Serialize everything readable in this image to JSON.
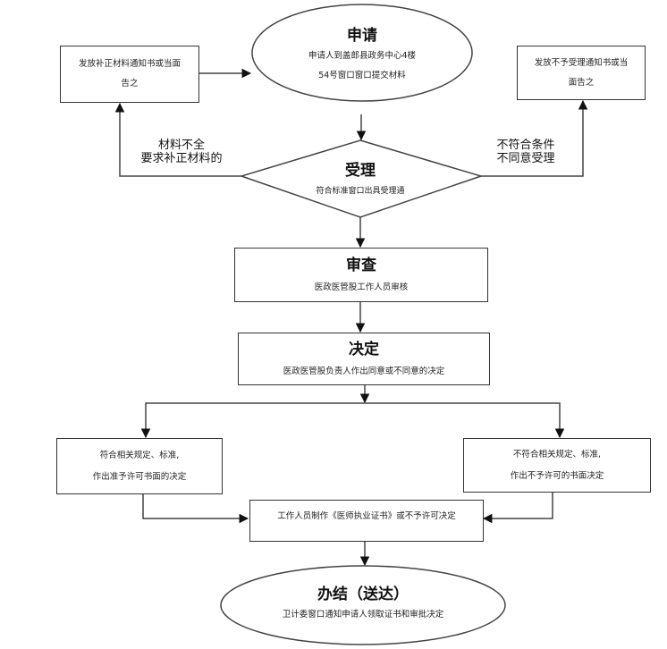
{
  "nodes": {
    "apply": {
      "title": "申请",
      "line1": "申请人到盖郎县政务中心4楼",
      "line2": "54号窗口窗口提交材料"
    },
    "supplement_notice": {
      "line1": "发放补正材料通知书或当面",
      "line2": "告之"
    },
    "reject_notice": {
      "line1": "发放不予受理通知书或当",
      "line2": "面告之"
    },
    "accept": {
      "title": "受理",
      "sub": "符合标准窗口出具受理通"
    },
    "review": {
      "title": "审查",
      "sub": "医政医管股工作人员审核"
    },
    "decide": {
      "title": "决定",
      "sub": "医政医管股负责人作出同意或不同意的决定"
    },
    "approve": {
      "line1": "符合相关规定、标准,",
      "line2": "作出准予许可书面的决定"
    },
    "deny": {
      "line1": "不符合相关规定、标准,",
      "line2": "作出不予许可的书面决定"
    },
    "produce": {
      "line1": "工作人员制作《医师执业证书》或不予许可决定"
    },
    "complete": {
      "title": "办结（送达）",
      "sub": "卫计委窗口通知申请人领取证书和审批决定"
    }
  },
  "edge_labels": {
    "incomplete": {
      "line1": "材料不全",
      "line2": "要求补正材料的"
    },
    "not_qualified": {
      "line1": "不符合条件",
      "line2": "不同意受理"
    }
  }
}
